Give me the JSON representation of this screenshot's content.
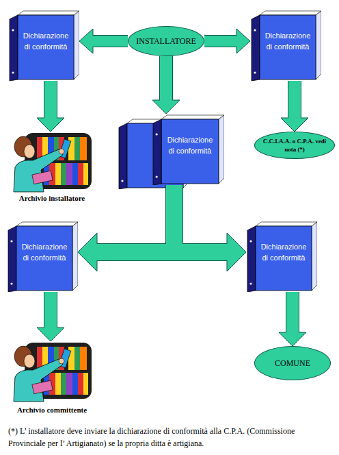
{
  "diagram": {
    "nodes": [
      {
        "text": [
          "Dichiarazione di conformità"
        ]
      },
      {
        "text": [
          "INSTALLATORE"
        ]
      },
      {
        "text": [
          "Dichiarazione di conformità"
        ]
      },
      {
        "text": [
          "Archivio installatore"
        ]
      },
      {
        "text": [
          "Dichiarazione di conformità"
        ]
      },
      {
        "text": [
          "C.C.I.A.A. o C.P.A. vedi nota (*)"
        ]
      },
      {
        "text": [
          "Dichiarazione di conformità"
        ]
      },
      {
        "text": [
          "Dichiarazione di conformità"
        ]
      },
      {
        "text": [
          "Archivio committente"
        ]
      },
      {
        "text": [
          "COMUNE"
        ]
      }
    ],
    "edges": [
      {
        "from": 1,
        "to": 0,
        "arrow": "to"
      },
      {
        "from": 1,
        "to": 2,
        "arrow": "to"
      },
      {
        "from": 1,
        "to": 4,
        "arrow": "to"
      },
      {
        "from": 0,
        "to": 3,
        "arrow": "to"
      },
      {
        "from": 2,
        "to": 5,
        "arrow": "to"
      },
      {
        "from": 4,
        "to": 6,
        "arrow": "to"
      },
      {
        "from": 4,
        "to": 7,
        "arrow": "to"
      },
      {
        "from": 6,
        "to": 8,
        "arrow": "to"
      },
      {
        "from": 7,
        "to": 9,
        "arrow": "to"
      }
    ],
    "labels": [
      "(*) L’ installatore deve inviare la dichiarazione di conformità alla C.P.A. (Commissione Provinciale per l’ Artigianato) se la propria ditta è artigiana."
    ]
  }
}
